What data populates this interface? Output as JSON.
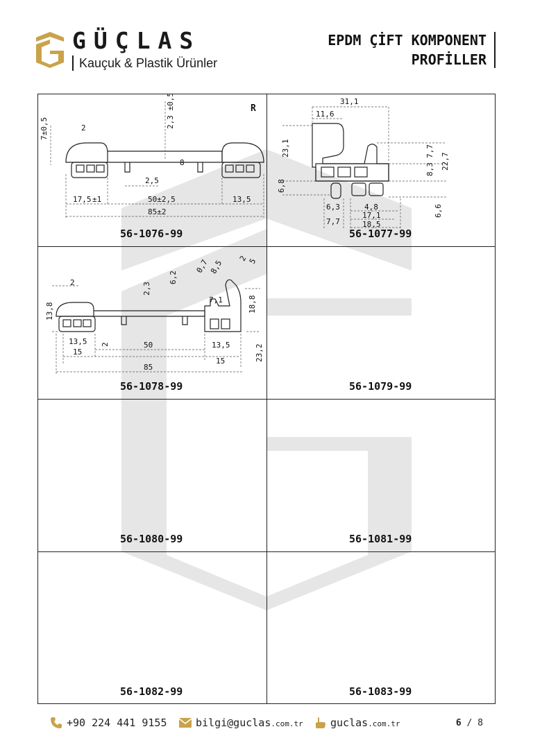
{
  "brand": {
    "name": "GÜÇLAS",
    "tagline": "Kauçuk & Plastik Ürünler"
  },
  "title": {
    "line1": "EPDM ÇİFT KOMPONENT",
    "line2": "PROFİLLER"
  },
  "colors": {
    "gold": "#c9a24a",
    "watermark": "#e6e6e6",
    "ink": "#111111"
  },
  "cells": [
    {
      "code": "56-1076-99",
      "mark": "R",
      "dims": [
        "7±0,5",
        "2",
        "2,3 ±0,5",
        "8",
        "2,5",
        "17,5",
        "±1",
        "50±2,5",
        "13,5",
        "85±2"
      ]
    },
    {
      "code": "56-1077-99",
      "dims": [
        "31,1",
        "11,6",
        "23,1",
        "7,7",
        "8,3",
        "22,7",
        "6,8",
        "6,3",
        "4,8",
        "7,7",
        "17,1",
        "18,5",
        "6,6"
      ]
    },
    {
      "code": "56-1078-99",
      "dims": [
        "0,7",
        "8,5",
        "2",
        "5",
        "2",
        "2,3",
        "6,2",
        "7,1",
        "13,8",
        "18,8",
        "13,5",
        "2",
        "50",
        "13,5",
        "23,2",
        "15",
        "15",
        "85"
      ]
    },
    {
      "code": "56-1079-99"
    },
    {
      "code": "56-1080-99"
    },
    {
      "code": "56-1081-99"
    },
    {
      "code": "56-1082-99"
    },
    {
      "code": "56-1083-99"
    }
  ],
  "footer": {
    "phone": "+90 224 441 9155",
    "email_main": "bilgi@guclas",
    "email_tld": ".com.tr",
    "web_main": "guclas",
    "web_tld": ".com.tr",
    "page_current": "6",
    "page_sep": "/",
    "page_total": "8"
  }
}
